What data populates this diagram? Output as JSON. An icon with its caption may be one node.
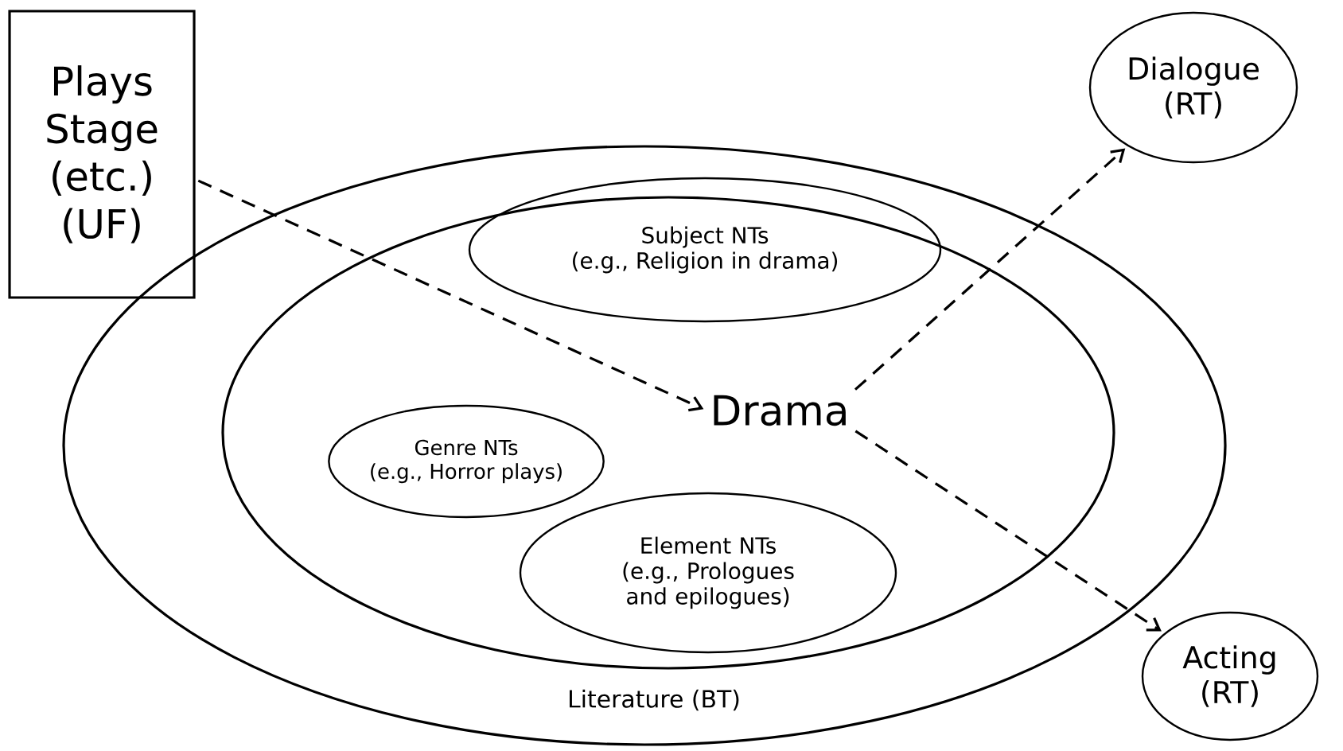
{
  "diagram": {
    "nodes": [
      {
        "text": [
          "Plays Stage (etc.) (UF)"
        ]
      },
      {
        "text": [
          "Literature (BT)"
        ]
      },
      {
        "text": [],
        "shape": "ellipse",
        "in": 1
      },
      {
        "text": [
          "Drama"
        ],
        "in": 2
      },
      {
        "text": [
          "Subject NTs",
          "(e.g., Religion in drama)"
        ],
        "in": 2
      },
      {
        "text": [
          "Genre NTs",
          "(e.g., Horror plays)"
        ],
        "in": 2
      },
      {
        "text": [
          "Element NTs",
          "(e.g., Prologues and epilogues)"
        ],
        "in": 2
      },
      {
        "text": [
          "Dialogue",
          "(RT)"
        ]
      },
      {
        "text": [
          "Acting",
          "(RT)"
        ]
      }
    ],
    "edges": [
      {
        "from": 0,
        "to": 3,
        "arrow": "to",
        "style": "dashed"
      },
      {
        "from": 3,
        "to": 7,
        "arrow": "to",
        "style": "dashed"
      },
      {
        "from": 3,
        "to": 8,
        "arrow": "to",
        "style": "dashed"
      }
    ]
  }
}
